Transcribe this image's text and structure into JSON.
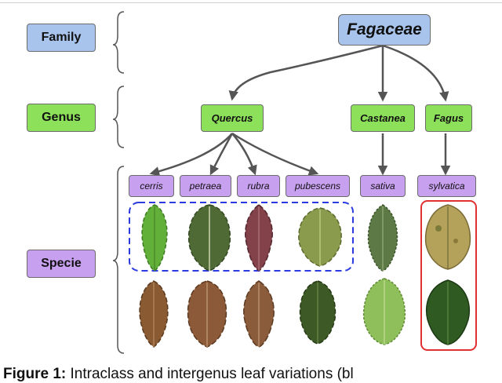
{
  "levels": {
    "family": "Family",
    "genus": "Genus",
    "specie": "Specie"
  },
  "family": {
    "name": "Fagaceae"
  },
  "genera": [
    {
      "name": "Quercus",
      "species": [
        "cerris",
        "petraea",
        "rubra",
        "pubescens"
      ]
    },
    {
      "name": "Castanea",
      "species": [
        "sativa"
      ]
    },
    {
      "name": "Fagus",
      "species": [
        "sylvatica"
      ]
    }
  ],
  "colors": {
    "family_box": "#a9c4ec",
    "genus_box": "#8de05a",
    "specie_box": "#c8a0f0",
    "arrow": "#555555",
    "quercus_group_outline": "#2b3be0",
    "fagus_group_outline": "#e03030"
  },
  "caption": {
    "lead": "Figure 1:",
    "rest": " Intraclass and intergenus leaf variations (bl"
  }
}
